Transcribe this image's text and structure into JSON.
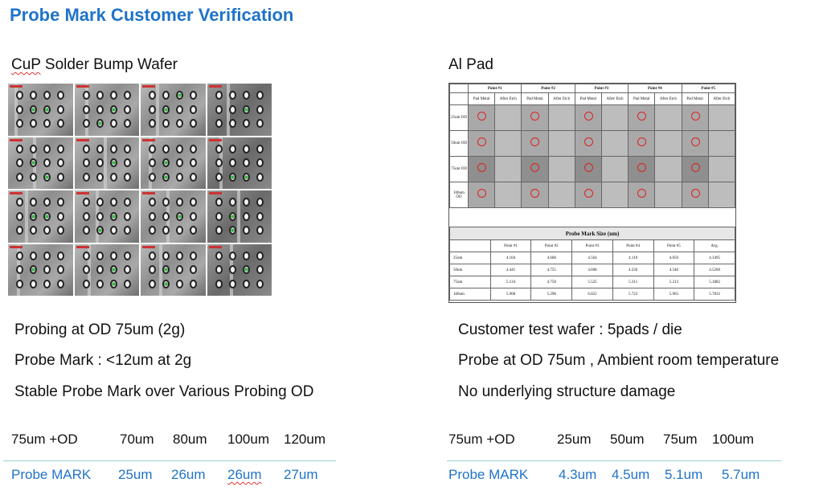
{
  "title": "Probe Mark Customer Verification",
  "left": {
    "subtitle": "CuP Solder Bump Wafer",
    "subtitle_underlined": "CuP",
    "subtitle_rest": " Solder Bump Wafer",
    "lines": [
      "Probing at OD 75um (2g)",
      "Probe Mark : <12um at 2g",
      "Stable Probe Mark over Various Probing OD"
    ],
    "table": {
      "head": [
        "75um +OD",
        "70um",
        "80um",
        "100um",
        "120um"
      ],
      "values": [
        "Probe MARK",
        "25um",
        "26um",
        "26um",
        "27um"
      ]
    }
  },
  "right": {
    "subtitle": "Al Pad",
    "lines": [
      "Customer test wafer : 5pads / die",
      "Probe at OD 75um , Ambient room temperature",
      "No underlying structure damage"
    ],
    "table": {
      "head": [
        "75um +OD",
        "25um",
        "50um",
        "75um",
        "100um"
      ],
      "values": [
        "Probe MARK",
        "4.3um",
        "4.5um",
        "5.1um",
        "5.7um"
      ]
    },
    "pad_image": {
      "points": [
        "Point #1",
        "Point #2",
        "Point #3",
        "Point #4",
        "Point #5"
      ],
      "sub_a": "Pad Metal",
      "sub_b": "After Etch",
      "od_rows": [
        "25um OD",
        "50um OD",
        "75um OD",
        "100um OD"
      ],
      "caption": "Probe Mark Size  (um)",
      "size_head": [
        "",
        "Point #1",
        "Point #2",
        "Point #3",
        "Point #4",
        "Point #5",
        "Avg."
      ],
      "size_rows": [
        [
          "25um",
          "4.104",
          "4.668",
          "4.564",
          "4.110",
          "4.056",
          "4.3495"
        ],
        [
          "50um",
          "4.441",
          "4.755",
          "4.668",
          "4.226",
          "4.540",
          "4.5260"
        ],
        [
          "75um",
          "5.134",
          "4.758",
          "5.525",
          "5.311",
          "5.213",
          "5.1882"
        ],
        [
          "100um",
          "5.908",
          "5.298",
          "6.022",
          "5.723",
          "5.965",
          "5.7832"
        ]
      ]
    }
  },
  "colors": {
    "title": "#1f73c9",
    "probe_mark": "#1f73c9",
    "separator": "#9dcfd5"
  }
}
